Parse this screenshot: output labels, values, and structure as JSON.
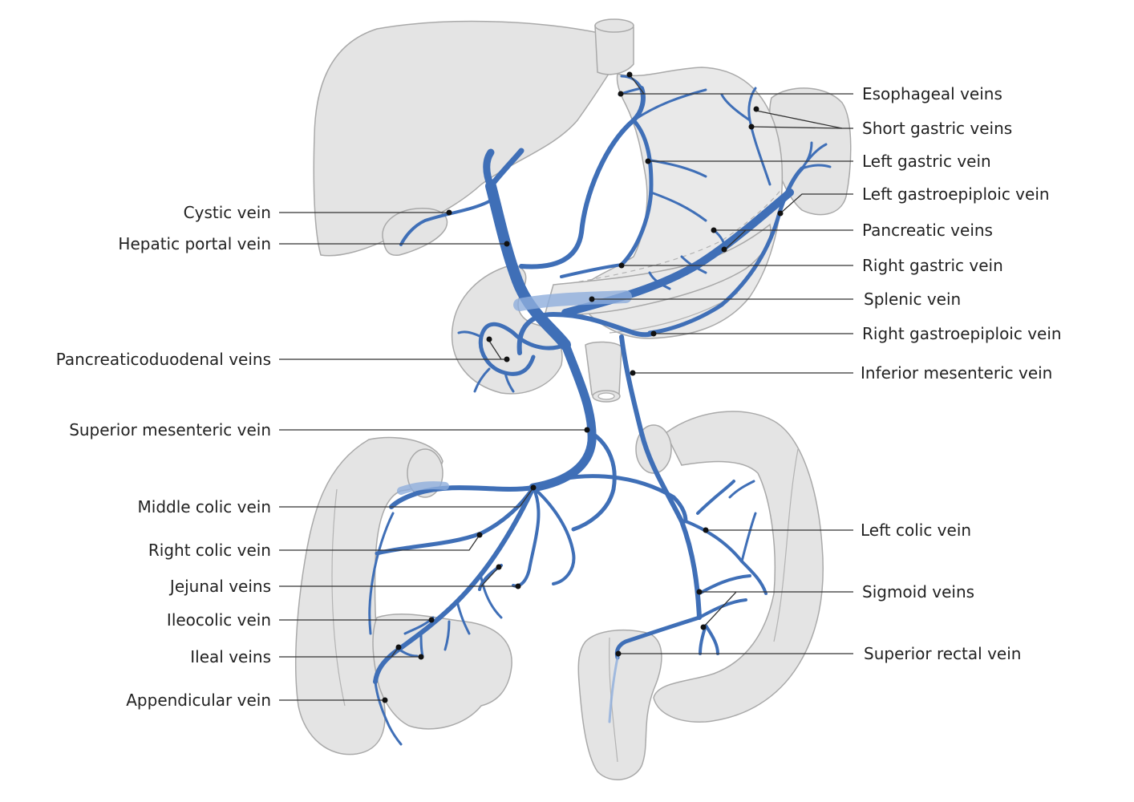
{
  "labels_left": [
    {
      "id": "cystic-vein",
      "text": "Cystic vein"
    },
    {
      "id": "hepatic-portal-vein",
      "text": "Hepatic portal vein"
    },
    {
      "id": "pancreaticoduodenal-veins",
      "text": "Pancreaticoduodenal veins"
    },
    {
      "id": "superior-mesenteric-vein",
      "text": "Superior mesenteric vein"
    },
    {
      "id": "middle-colic-vein",
      "text": "Middle colic vein"
    },
    {
      "id": "right-colic-vein",
      "text": "Right colic vein"
    },
    {
      "id": "jejunal-veins",
      "text": "Jejunal veins"
    },
    {
      "id": "ileocolic-vein",
      "text": "Ileocolic vein"
    },
    {
      "id": "ileal-veins",
      "text": "Ileal veins"
    },
    {
      "id": "appendicular-vein",
      "text": "Appendicular vein"
    }
  ],
  "labels_right": [
    {
      "id": "esophageal-veins",
      "text": "Esophageal veins"
    },
    {
      "id": "short-gastric-veins",
      "text": "Short gastric veins"
    },
    {
      "id": "left-gastric-vein",
      "text": "Left gastric vein"
    },
    {
      "id": "left-gastroepiploic-vein",
      "text": "Left gastroepiploic vein"
    },
    {
      "id": "pancreatic-veins",
      "text": "Pancreatic veins"
    },
    {
      "id": "right-gastric-vein",
      "text": "Right gastric vein"
    },
    {
      "id": "splenic-vein",
      "text": "Splenic vein"
    },
    {
      "id": "right-gastroepiploic-vein",
      "text": "Right gastroepiploic vein"
    },
    {
      "id": "inferior-mesenteric-vein",
      "text": "Inferior mesenteric vein"
    },
    {
      "id": "left-colic-vein",
      "text": "Left colic vein"
    },
    {
      "id": "sigmoid-veins",
      "text": "Sigmoid veins"
    },
    {
      "id": "superior-rectal-vein",
      "text": "Superior rectal vein"
    }
  ],
  "colors": {
    "vein": "#3f6fb7",
    "organ_fill": "#e4e4e4",
    "organ_stroke": "#a9a9a9",
    "text": "#222222"
  }
}
